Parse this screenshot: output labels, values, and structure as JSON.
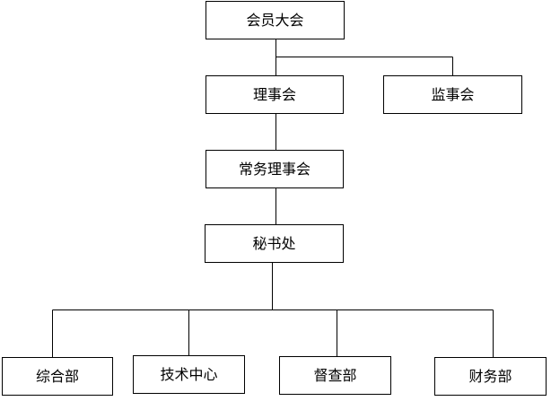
{
  "org_chart": {
    "general_assembly": "会员大会",
    "council": "理事会",
    "supervisory_board": "监事会",
    "standing_council": "常务理事会",
    "secretariat": "秘书处",
    "departments": [
      "综合部",
      "技术中心",
      "督查部",
      "财务部"
    ]
  }
}
